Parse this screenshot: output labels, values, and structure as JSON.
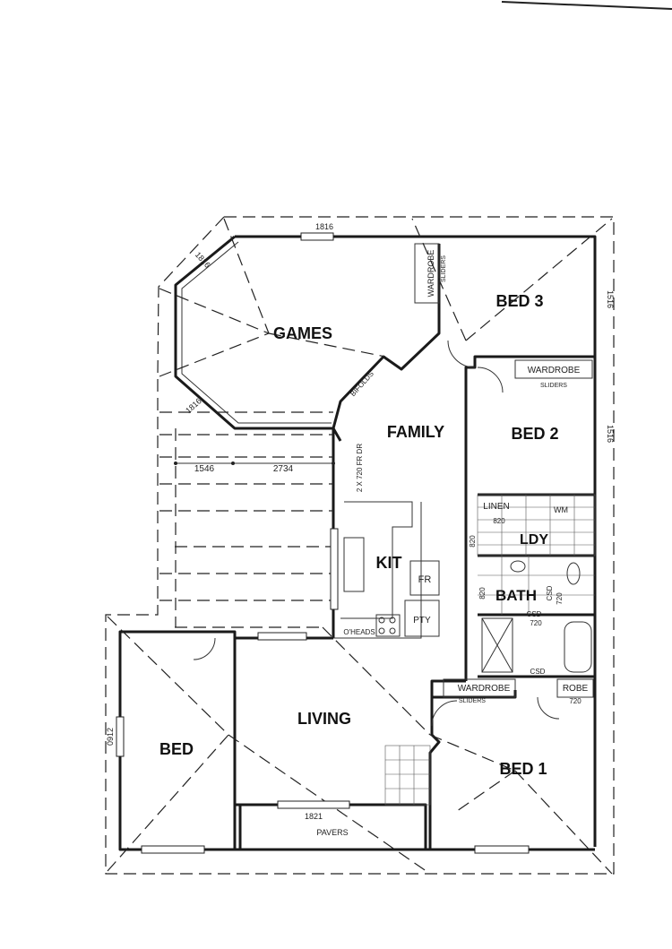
{
  "rooms": {
    "games": "GAMES",
    "bed3": "BED 3",
    "family": "FAMILY",
    "bed2": "BED 2",
    "kit": "KIT",
    "ldy": "LDY",
    "bath": "BATH",
    "living": "LIVING",
    "bed": "BED",
    "bed1": "BED 1"
  },
  "fixtures": {
    "wardrobe_sliders_bed3": "WARDROBE",
    "sliders_bed3": "SLIDERS",
    "wardrobe_bed2": "WARDROBE",
    "sliders_bed2": "SLIDERS",
    "wardrobe_bed1": "WARDROBE",
    "sliders_bed1": "SLIDERS",
    "robe": "ROBE",
    "linen": "LINEN",
    "wm": "WM",
    "fr": "FR",
    "pty": "PTY",
    "oheads": "O'HEADS",
    "bifolds": "BIFOLDS",
    "door_note": "2 X 720 FR DR",
    "csd1": "CSD",
    "csd2": "CSD",
    "csd3": "CSD",
    "pavers": "PAVERS"
  },
  "dimensions": {
    "top_window": "1816",
    "games_diag_top": "1816",
    "games_diag_bottom": "1816",
    "right_upper": "1516",
    "right_lower": "1516",
    "left_run": "1546",
    "right_run": "2734",
    "bed_window": "0912",
    "pavers_width": "1821",
    "linen_820": "820",
    "ldy_820": "820",
    "bath_820": "820",
    "bath_720a": "720",
    "bath_720b": "720",
    "robe_720": "720"
  }
}
